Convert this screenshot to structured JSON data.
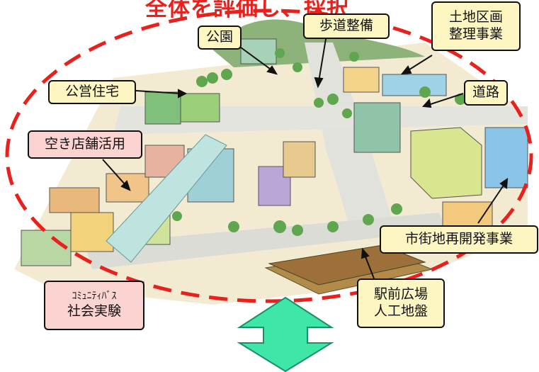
{
  "title": "全体を評価し、採択",
  "labels": {
    "park": "公園",
    "sidewalk": "歩道整備",
    "land_readjustment": [
      "土地区画",
      "整理事業"
    ],
    "public_housing": "公営住宅",
    "road": "道路",
    "vacant_shops": "空き店舗活用",
    "redevelopment": "市街地再開発事業",
    "community_bus": [
      "ｺﾐｭﾆﾃｨﾊﾞｽ",
      "社会実験"
    ],
    "station_plaza": [
      "駅前広場",
      "人工地盤"
    ]
  },
  "colors": {
    "dashed_circle": "#e8211d",
    "title": "#e8211d",
    "arrow_fill": "#3ee6a8",
    "yellow_label": "#fdf6c3",
    "pink_label": "#fbd4d2"
  }
}
